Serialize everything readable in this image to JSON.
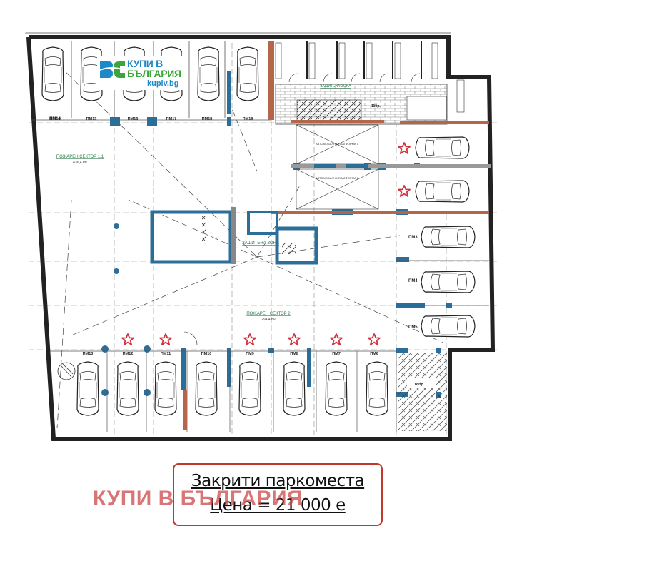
{
  "logo": {
    "line1": "КУПИ В",
    "line2": "БЪЛГАРИЯ",
    "url": "kupiv.bg",
    "colors": {
      "blue": "#1e88c8",
      "green": "#3ba53b"
    }
  },
  "plan": {
    "fire_sector_1": {
      "label": "ПОЖАРЕН СЕКТОР 1.1",
      "area": "436,4 m²"
    },
    "fire_sector_2": {
      "label": "ПОЖАРЕН СЕКТОР 2",
      "area": "294,4 m²"
    },
    "protected_zone_top": "ЗАЩИТЕНА ЗОНА",
    "protected_zone_mid": "ЗАЩИТЕНА ЗОНА",
    "platform_1": "АВТОМОБИЛНА ПЛАТФОРМА 1",
    "platform_2": "АВТОМОБИЛНА ПЛАТФОРМА 2",
    "bike_label": "18бр.",
    "stair_label": "11бр.",
    "top_spots": [
      "ПМ14",
      "ПМ15",
      "ПМ16",
      "ПМ17",
      "ПМ18",
      "ПМ19"
    ],
    "bottom_spots": [
      "ПМ13",
      "ПМ12",
      "ПМ11",
      "ПМ10",
      "ПМ9",
      "ПМ8",
      "ПМ7",
      "ПМ6"
    ],
    "right_spots": [
      "ПМ3",
      "ПМ4",
      "ПМ5"
    ],
    "star_color": "#d0323c",
    "column_color": "#2c6e9a",
    "wall_color": "#222222",
    "brick_color": "#b5654a"
  },
  "price": {
    "title": "Закрити паркоместа",
    "value": "Цена = 21 000 е",
    "border_color": "#c0392b"
  },
  "watermark": "КУПИ В БЪЛГАРИЯ"
}
